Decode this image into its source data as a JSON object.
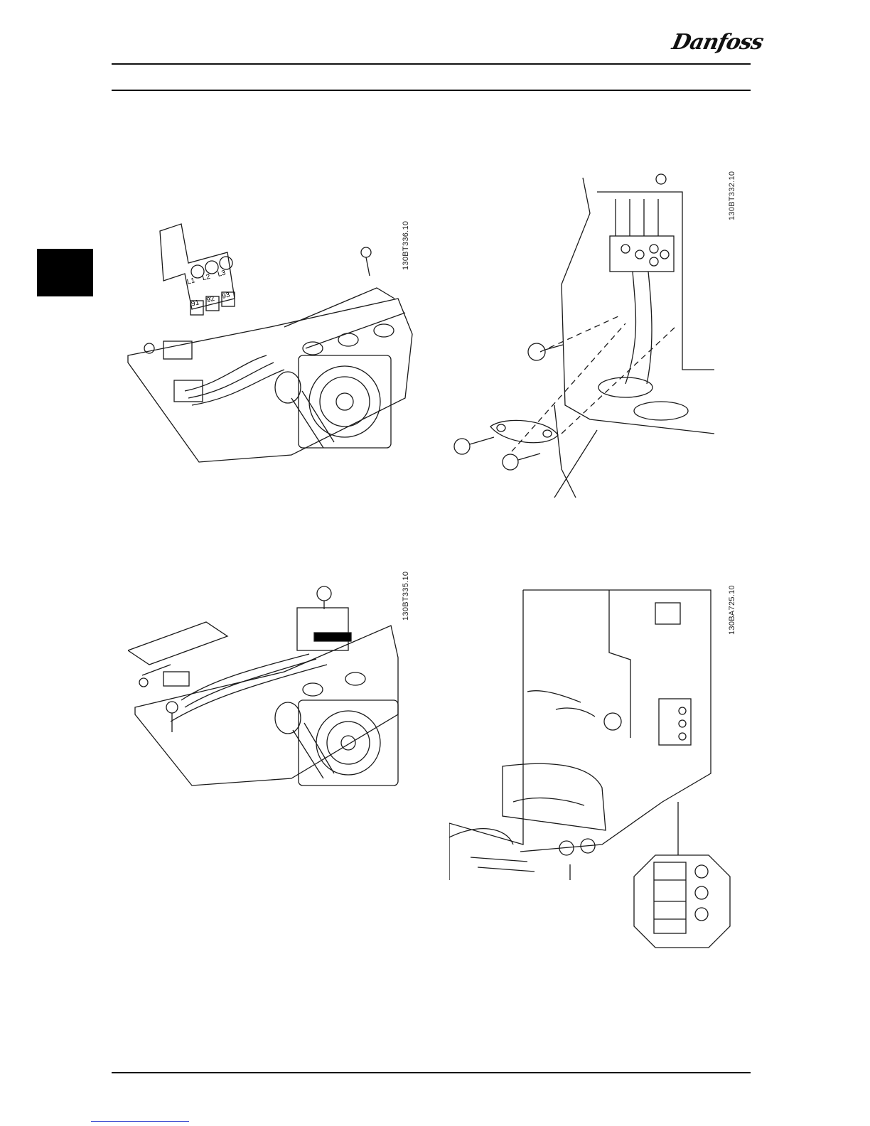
{
  "header": {
    "brand": "Danfoss"
  },
  "figures": [
    {
      "code": "130BT336.10",
      "terminal_labels": [
        "L1",
        "L2",
        "L3"
      ],
      "terminal_numbers": [
        "91",
        "92",
        "93"
      ]
    },
    {
      "code": "130BT332.10"
    },
    {
      "code": "130BT335.10"
    },
    {
      "code": "130BA725.10"
    }
  ],
  "colors": {
    "line": "#1a1a1a",
    "accent": "#000000"
  }
}
